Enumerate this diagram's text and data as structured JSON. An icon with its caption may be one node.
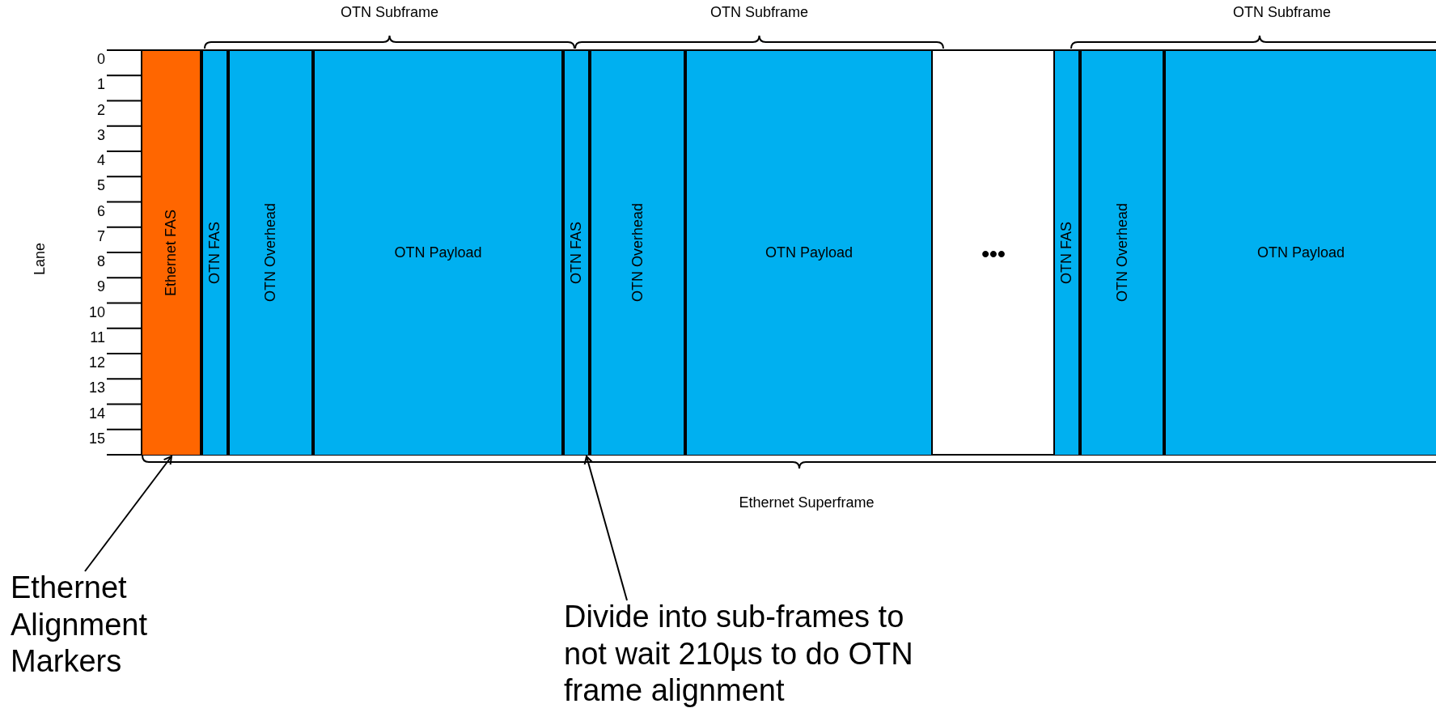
{
  "diagram": {
    "nodes": [
      {
        "text": [
          "Ethernet FAS"
        ]
      },
      {
        "text": [
          "OTN FAS"
        ]
      },
      {
        "text": [
          "OTN Overhead"
        ]
      },
      {
        "text": [
          "OTN Payload"
        ]
      },
      {
        "text": [
          "OTN FAS"
        ]
      },
      {
        "text": [
          "OTN Overhead"
        ]
      },
      {
        "text": [
          "OTN Payload"
        ]
      },
      {
        "text": [
          "OTN FAS"
        ]
      },
      {
        "text": [
          "OTN Overhead"
        ]
      },
      {
        "text": [
          "OTN Payload"
        ]
      },
      {
        "text": [
          "Ethernet Alignment Markers"
        ]
      },
      {
        "text": [
          "Divide into sub-frames to not wait 210µs to do OTN frame alignment"
        ]
      }
    ],
    "edges": [
      {
        "from": 10,
        "to": 0,
        "arrow": "to"
      },
      {
        "from": 11,
        "to": 4,
        "arrow": "to"
      }
    ],
    "labels": [
      "OTN Subframe",
      "OTN Subframe",
      "OTN Subframe",
      "0",
      "1",
      "2",
      "3",
      "4",
      "5",
      "6",
      "7",
      "8",
      "9",
      "10",
      "11",
      "12",
      "13",
      "14",
      "15",
      "Lane",
      "•••",
      "Ethernet Superframe"
    ]
  }
}
